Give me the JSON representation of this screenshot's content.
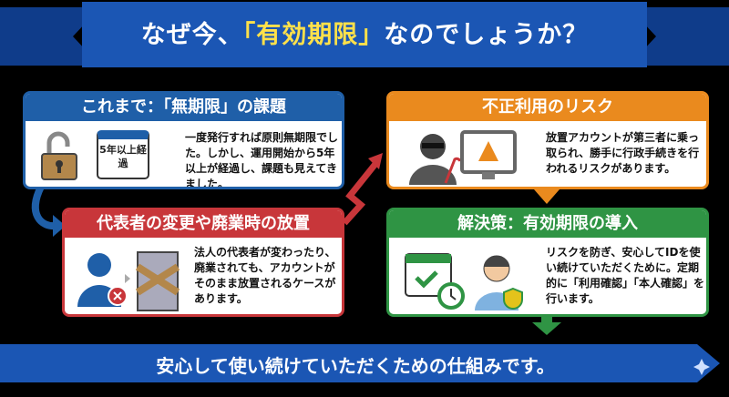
{
  "title": {
    "pre": "なぜ今、",
    "highlight": "「有効期限」",
    "post": "なのでしょうか？"
  },
  "boxes": [
    {
      "heading": "これまで：「無期限」の課題",
      "text": "一度発行すれば原則無期限でした。しかし、運用開始から5年以上が経過し、課題も見えてきました。",
      "calendar_label": "5年以上経過",
      "color": "#1f5fa8"
    },
    {
      "heading": "代表者の変更や廃業時の放置",
      "text": "法人の代表者が変わったり、廃業されても、アカウントがそのまま放置されるケースがあります。",
      "color": "#c8363a"
    },
    {
      "heading": "不正利用のリスク",
      "text": "放置アカウントが第三者に乗っ取られ、勝手に行政手続きを行われるリスクがあります。",
      "color": "#ea8a1e"
    },
    {
      "heading": "解決策：有効期限の導入",
      "text": "リスクを防ぎ、安心してIDを使い続けていただくために。定期的に「利用確認」「本人確認」を行います。",
      "color": "#2f9444"
    }
  ],
  "footer": "安心して使い続けていただくための仕組みです。"
}
